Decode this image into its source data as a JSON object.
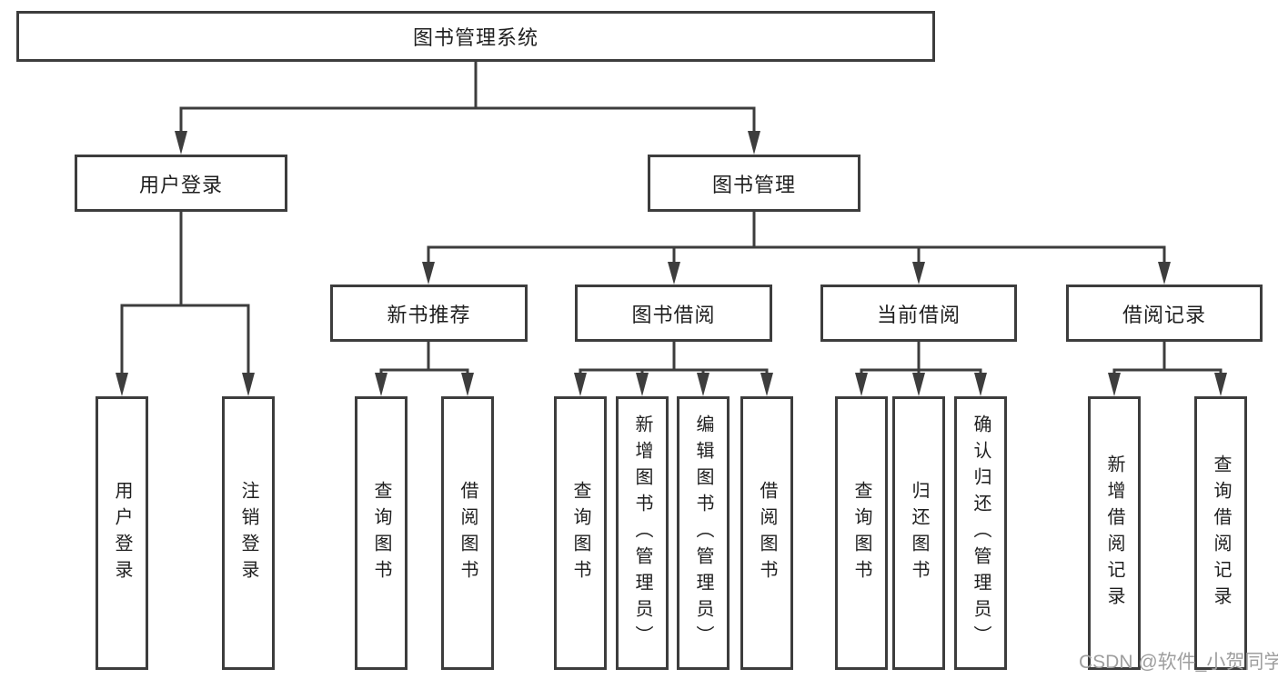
{
  "diagram": {
    "root": {
      "label": "图书管理系统"
    },
    "level2": [
      {
        "label": "用户登录"
      },
      {
        "label": "图书管理"
      }
    ],
    "level3": [
      {
        "label": "新书推荐"
      },
      {
        "label": "图书借阅"
      },
      {
        "label": "当前借阅"
      },
      {
        "label": "借阅记录"
      }
    ],
    "leaves": [
      {
        "label": "用户登录"
      },
      {
        "label": "注销登录"
      },
      {
        "label": "查询图书"
      },
      {
        "label": "借阅图书"
      },
      {
        "label": "查询图书"
      },
      {
        "label": "新增图书（管理员）"
      },
      {
        "label": "编辑图书（管理员）"
      },
      {
        "label": "借阅图书"
      },
      {
        "label": "查询图书"
      },
      {
        "label": "归还图书"
      },
      {
        "label": "确认归还（管理员）"
      },
      {
        "label": "新增借阅记录"
      },
      {
        "label": "查询借阅记录"
      }
    ]
  },
  "watermark": {
    "text": "CSDN @软件_小贺同学"
  },
  "colors": {
    "line": "#3d3d3d",
    "text": "#1f1f1f",
    "watermark": "#9e9e9e",
    "background": "#ffffff"
  }
}
